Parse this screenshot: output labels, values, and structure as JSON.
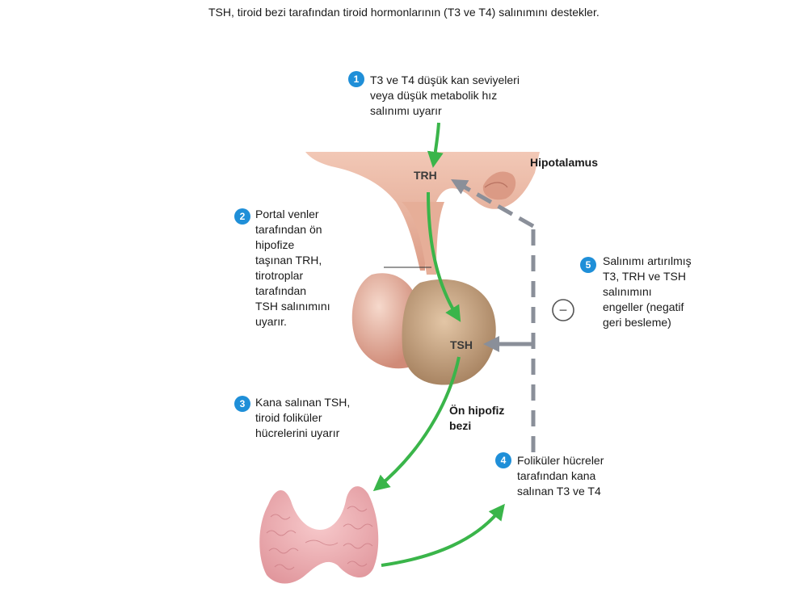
{
  "caption": "TSH, tiroid bezi tarafından tiroid hormonlarının (T3 ve T4) salınımını destekler.",
  "steps": [
    {
      "num": "1",
      "text": "T3 ve T4 düşük kan seviyeleri\nveya düşük metabolik hız\nsalınımı uyarır"
    },
    {
      "num": "2",
      "text": "Portal venler\ntarafından ön\nhipofize\ntaşınan TRH,\ntirotroplar\ntarafından\nTSH salınımını\nuyarır."
    },
    {
      "num": "3",
      "text": "Kana salınan TSH,\ntiroid foliküler\nhücrelerini uyarır"
    },
    {
      "num": "4",
      "text": "Foliküler hücreler\ntarafından kana\nsalınan T3 ve T4"
    },
    {
      "num": "5",
      "text": "Salınımı artırılmış\nT3, TRH ve TSH\nsalınımını\nengeller (negatif\ngeri besleme)"
    }
  ],
  "labels": {
    "hypothalamus": "Hipotalamus",
    "trh": "TRH",
    "tsh": "TSH",
    "anterior_pituitary": "Ön hipofiz\nbezi",
    "inhibit_symbol": "−"
  },
  "colors": {
    "arrow_green": "#3ab54a",
    "feedback_gray": "#8a8f99",
    "badge_blue": "#1f8fd8",
    "tissue_pink": "#e9b3a0",
    "thyroid_pink": "#efb0b4"
  }
}
